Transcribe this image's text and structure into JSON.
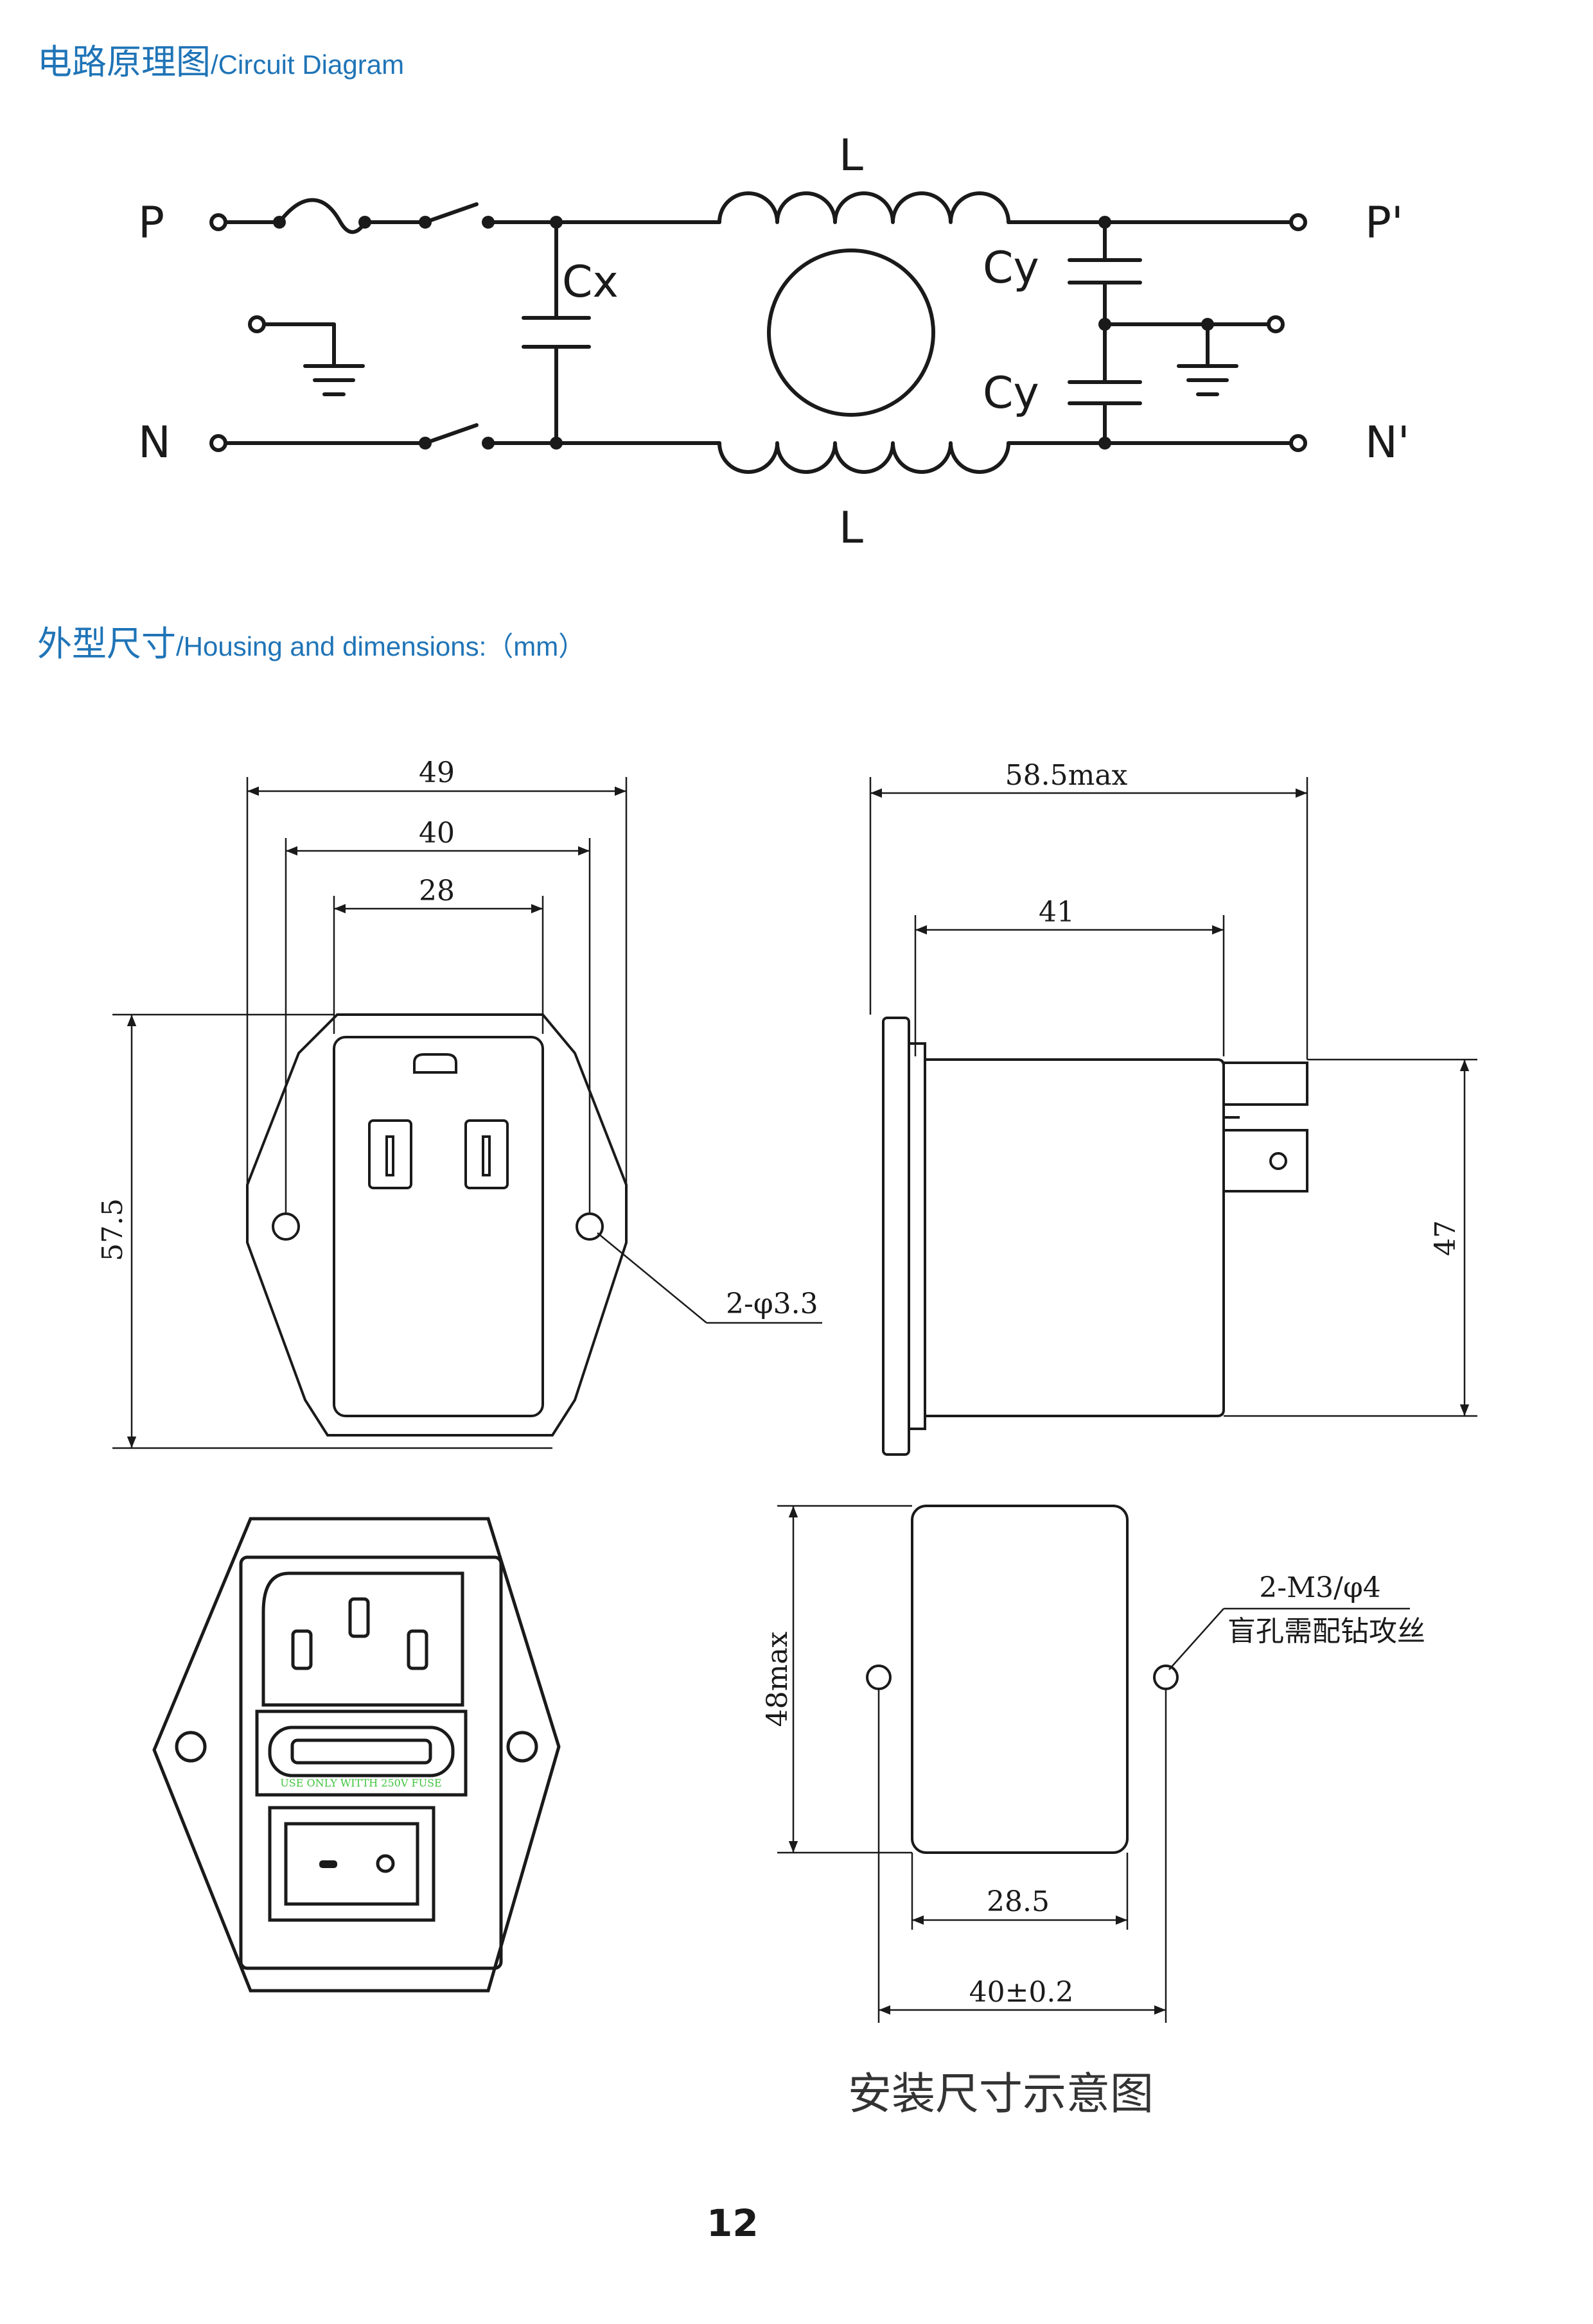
{
  "sections": {
    "circuit": {
      "title_zh": "电路原理图",
      "separator": "/",
      "title_en": "Circuit Diagram"
    },
    "housing": {
      "title_zh": "外型尺寸",
      "separator": "/",
      "title_en": "Housing and dimensions:（mm）"
    }
  },
  "circuit": {
    "labels": {
      "p_in": "P",
      "n_in": "N",
      "p_out": "P'",
      "n_out": "N'",
      "inductor_top": "L",
      "inductor_bottom": "L",
      "cap_x": "Cx",
      "cap_y_top": "Cy",
      "cap_y_bottom": "Cy"
    }
  },
  "dimensions": {
    "front": {
      "width_total": "49",
      "hole_spacing": "40",
      "inner_width": "28",
      "height": "57.5",
      "holes": "2-φ3.3"
    },
    "side": {
      "depth_max": "58.5max",
      "body_depth": "41",
      "height": "47"
    },
    "mounting": {
      "height_max": "48max",
      "cutout_width": "28.5",
      "hole_spacing": "40±0.2",
      "hole_spec": "2-M3/φ4",
      "hole_note": "盲孔需配钻攻丝"
    },
    "socket_panel": {
      "fuse_label": "USE  ONLY  WITTH  250V  FUSE"
    }
  },
  "caption": "安装尺寸示意图",
  "page_number": "12"
}
